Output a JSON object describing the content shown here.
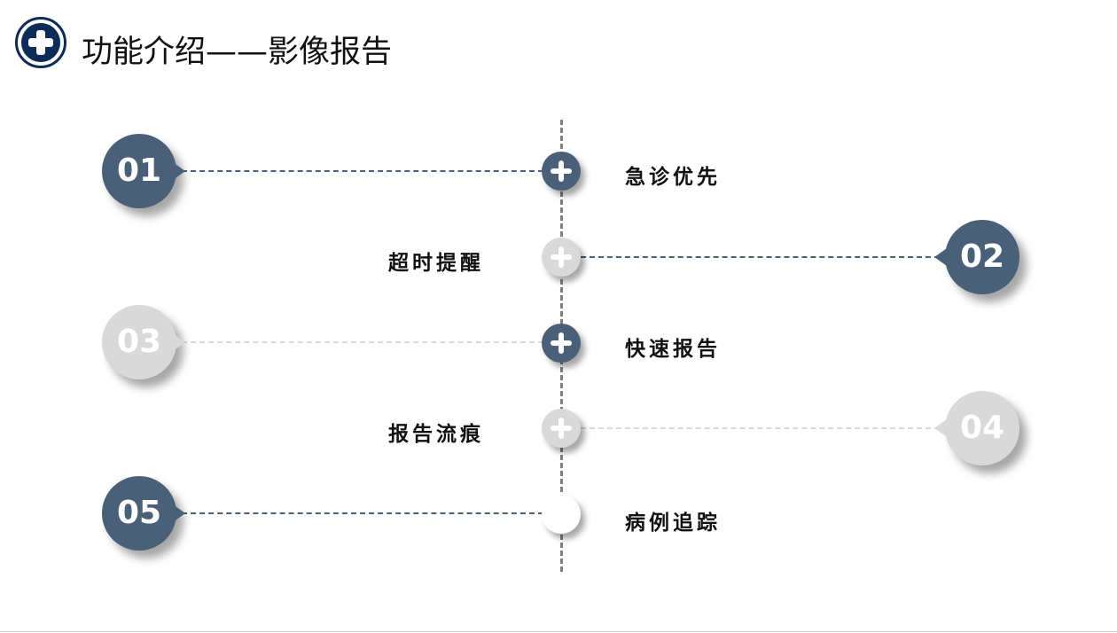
{
  "header": {
    "title": "功能介绍——影像报告",
    "icon": "plus-circle-icon"
  },
  "colors": {
    "dark": "#4a6079",
    "light": "#d9d9d9",
    "brand": "#0d2b57"
  },
  "items": [
    {
      "number": "01",
      "label": "急诊优先",
      "state": "dark",
      "side": "left"
    },
    {
      "number": "02",
      "label": "超时提醒",
      "state": "dark",
      "side": "right"
    },
    {
      "number": "03",
      "label": "快速报告",
      "state": "light",
      "side": "left"
    },
    {
      "number": "04",
      "label": "报告流痕",
      "state": "light",
      "side": "right"
    },
    {
      "number": "05",
      "label": "病例追踪",
      "state": "dark",
      "side": "left"
    }
  ]
}
